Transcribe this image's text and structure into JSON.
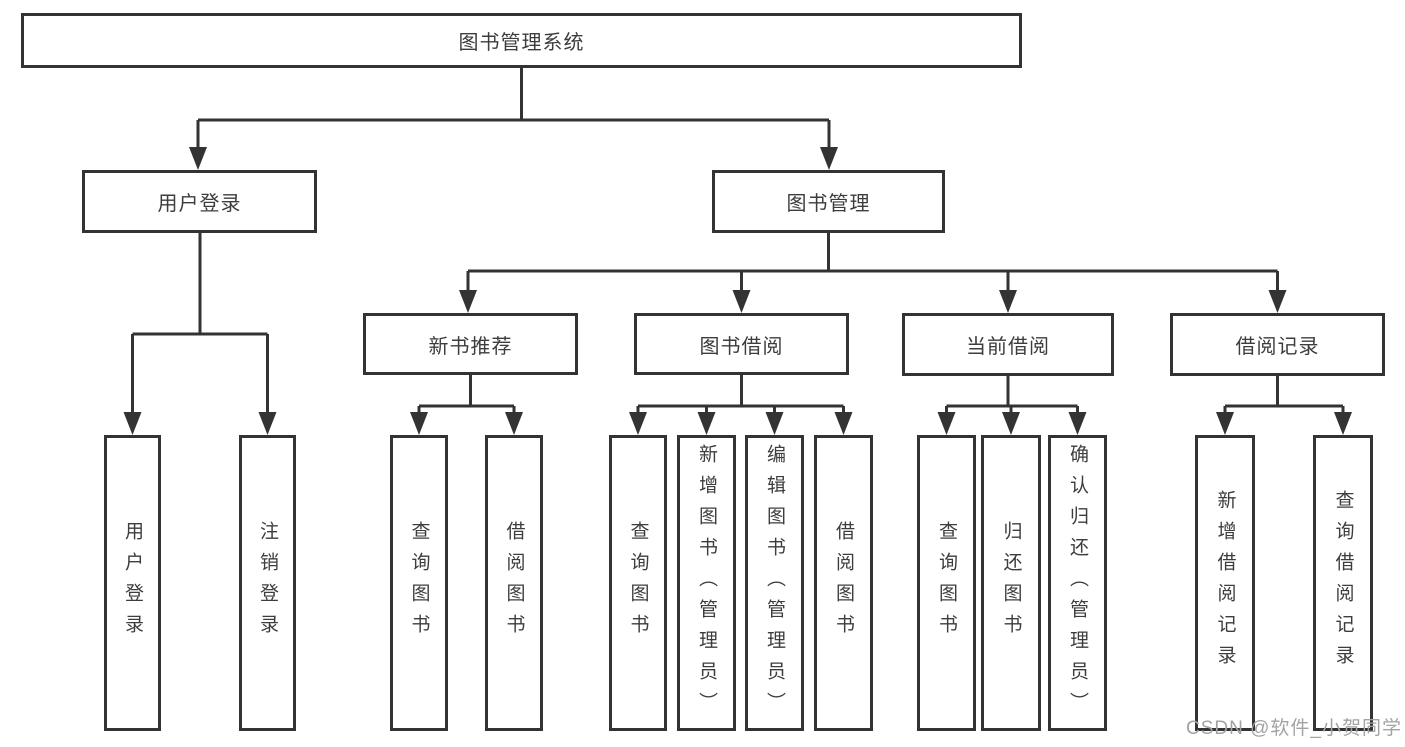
{
  "tree": {
    "label": "图书管理系统",
    "children": [
      {
        "label": "用户登录",
        "children": [
          {
            "label": "用户登录"
          },
          {
            "label": "注销登录"
          }
        ]
      },
      {
        "label": "图书管理",
        "children": [
          {
            "label": "新书推荐",
            "children": [
              {
                "label": "查询图书"
              },
              {
                "label": "借阅图书"
              }
            ]
          },
          {
            "label": "图书借阅",
            "children": [
              {
                "label": "查询图书"
              },
              {
                "label": "新增图书（管理员）"
              },
              {
                "label": "编辑图书（管理员）"
              },
              {
                "label": "借阅图书"
              }
            ]
          },
          {
            "label": "当前借阅",
            "children": [
              {
                "label": "查询图书"
              },
              {
                "label": "归还图书"
              },
              {
                "label": "确认归还（管理员）"
              }
            ]
          },
          {
            "label": "借阅记录",
            "children": [
              {
                "label": "新增借阅记录"
              },
              {
                "label": "查询借阅记录"
              }
            ]
          }
        ]
      }
    ]
  },
  "watermark": "CSDN @软件_小贺同学",
  "colors": {
    "line": "#333333",
    "text": "#3d3d3d",
    "box_background": "#ffffff",
    "watermark": "#a3a3a3",
    "background": "#ffffff"
  }
}
